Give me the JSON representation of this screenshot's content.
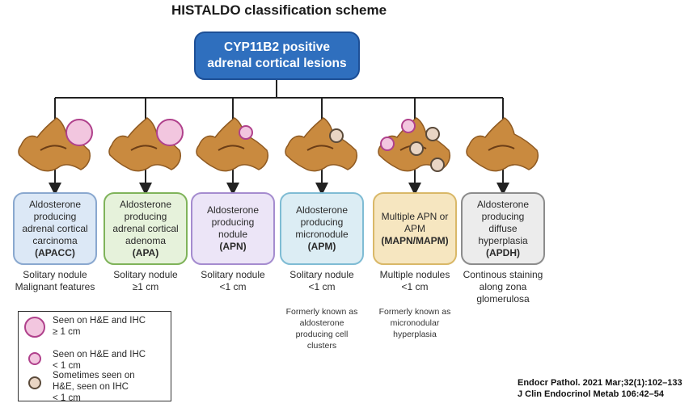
{
  "title": "HISTALDO classification scheme",
  "root": {
    "line1": "CYP11B2 positive",
    "line2": "adrenal cortical lesions"
  },
  "colors": {
    "root_fill": "#2f6fbe",
    "gland": "#c98a3f",
    "large_nodule": "#f2c6df",
    "small_nodule": "#f2c6df",
    "micronodule": "#e9d5c4"
  },
  "categories": [
    {
      "lines": [
        "Aldosterone",
        "producing",
        "adrenal cortical",
        "carcinoma"
      ],
      "abbr": "(APACC)",
      "caption": [
        "Solitary nodule",
        "Malignant features"
      ],
      "note": [],
      "border": "#8aa8cf",
      "fill": "#dce8f6",
      "nodules": [
        "large-pink"
      ]
    },
    {
      "lines": [
        "Aldosterone",
        "producing",
        "adrenal cortical",
        "adenoma"
      ],
      "abbr": "(APA)",
      "caption": [
        "Solitary nodule",
        "≥1 cm"
      ],
      "note": [],
      "border": "#7fb35a",
      "fill": "#e6f2db",
      "nodules": [
        "large-pink"
      ]
    },
    {
      "lines": [
        "Aldosterone",
        "producing",
        "nodule"
      ],
      "abbr": "(APN)",
      "caption": [
        "Solitary nodule",
        "<1 cm"
      ],
      "note": [],
      "border": "#a58ccf",
      "fill": "#ece5f7",
      "nodules": [
        "small-pink"
      ]
    },
    {
      "lines": [
        "Aldosterone",
        "producing",
        "micronodule"
      ],
      "abbr": "(APM)",
      "caption": [
        "Solitary nodule",
        "<1 cm"
      ],
      "note": [
        "Formerly known as",
        "aldosterone",
        "producing cell",
        "clusters"
      ],
      "border": "#7fbcd4",
      "fill": "#dcedf4",
      "nodules": [
        "micro"
      ]
    },
    {
      "lines": [
        "Multiple APN or",
        "APM"
      ],
      "abbr": "(MAPN/MAPM)",
      "caption": [
        "Multiple nodules",
        "<1 cm"
      ],
      "note": [
        "Formerly known as",
        "micronodular",
        "hyperplasia"
      ],
      "border": "#d9b868",
      "fill": "#f6e6c0",
      "nodules": [
        "small-pink",
        "small-pink",
        "micro",
        "micro",
        "micro"
      ]
    },
    {
      "lines": [
        "Aldosterone",
        "producing",
        "diffuse",
        "hyperplasia"
      ],
      "abbr": "(APDH)",
      "caption": [
        "Continous staining",
        "along zona",
        "glomerulosa"
      ],
      "note": [],
      "border": "#8c8c8c",
      "fill": "#ececec",
      "nodules": []
    }
  ],
  "legend": [
    {
      "text": [
        "Seen on H&E and IHC",
        "≥ 1 cm"
      ],
      "kind": "large-pink"
    },
    {
      "text": [
        "Seen on H&E and IHC",
        "< 1 cm"
      ],
      "kind": "small-pink"
    },
    {
      "text": [
        "Sometimes seen on",
        "H&E, seen on IHC",
        "< 1 cm"
      ],
      "kind": "micro"
    }
  ],
  "references": [
    "Endocr Pathol. 2021 Mar;32(1):102–133",
    "J Clin Endocrinol Metab 106:42–54"
  ]
}
